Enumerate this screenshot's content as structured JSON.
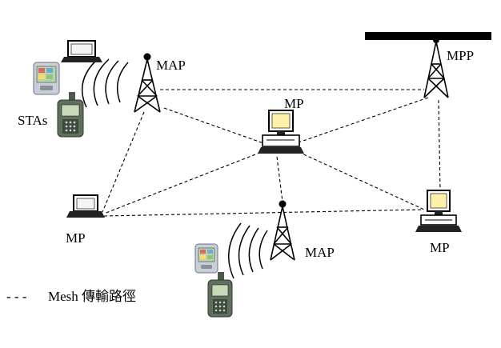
{
  "labels": {
    "map_top": "MAP",
    "map_bottom": "MAP",
    "mpp": "MPP",
    "mp_center": "MP",
    "mp_left": "MP",
    "mp_right": "MP",
    "stas": "STAs"
  },
  "legend": {
    "dashes": "- - -",
    "text": "Mesh 傳輸路徑"
  }
}
